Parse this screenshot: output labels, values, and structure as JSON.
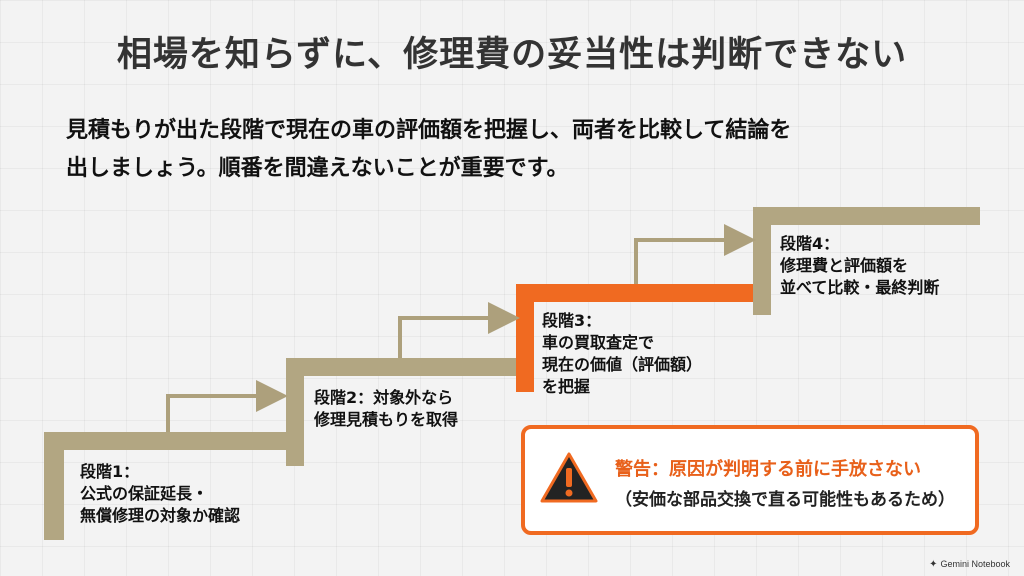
{
  "title": "相場を知らずに、修理費の妥当性は判断できない",
  "intro": {
    "line1": "見積もりが出た段階で現在の車の評価額を把握し、両者を比較して結論を",
    "line2": "出しましょう。順番を間違えないことが重要です。"
  },
  "colors": {
    "step": "#b2a682",
    "highlight": "#f06a21",
    "arrow": "#ada07c",
    "warning_border": "#f06a21",
    "warning_icon": "#232323"
  },
  "steps": [
    {
      "lines": [
        "段階1：",
        "公式の保証延長・",
        "無償修理の対象か確認"
      ]
    },
    {
      "lines": [
        "段階2：対象外なら",
        "修理見積もりを取得"
      ]
    },
    {
      "lines": [
        "段階3：",
        "車の買取査定で",
        "現在の価値（評価額）",
        "を把握"
      ]
    },
    {
      "lines": [
        "段階4：",
        "修理費と評価額を",
        "並べて比較・最終判断"
      ]
    }
  ],
  "highlighted_step": 3,
  "warning": {
    "icon": "warning-triangle-icon",
    "title": "警告：原因が判明する前に手放さない",
    "subtitle": "（安価な部品交換で直る可能性もあるため）"
  },
  "brand": {
    "icon": "sparkle-icon",
    "label": "Gemini Notebook"
  }
}
